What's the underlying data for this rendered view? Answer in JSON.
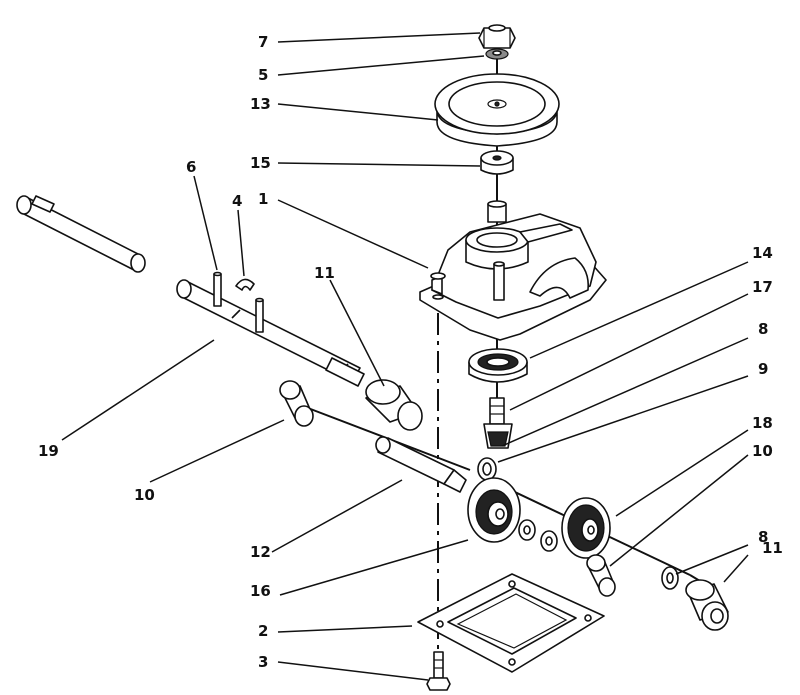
{
  "diagram": {
    "callouts": [
      {
        "id": "7",
        "label": "7"
      },
      {
        "id": "5",
        "label": "5"
      },
      {
        "id": "13",
        "label": "13"
      },
      {
        "id": "15",
        "label": "15"
      },
      {
        "id": "1",
        "label": "1"
      },
      {
        "id": "6",
        "label": "6"
      },
      {
        "id": "4",
        "label": "4"
      },
      {
        "id": "11a",
        "label": "11"
      },
      {
        "id": "14",
        "label": "14"
      },
      {
        "id": "17",
        "label": "17"
      },
      {
        "id": "8a",
        "label": "8"
      },
      {
        "id": "9",
        "label": "9"
      },
      {
        "id": "18",
        "label": "18"
      },
      {
        "id": "10a",
        "label": "10"
      },
      {
        "id": "19",
        "label": "19"
      },
      {
        "id": "10b",
        "label": "10"
      },
      {
        "id": "12",
        "label": "12"
      },
      {
        "id": "8b",
        "label": "8"
      },
      {
        "id": "11b",
        "label": "11"
      },
      {
        "id": "16",
        "label": "16"
      },
      {
        "id": "2",
        "label": "2"
      },
      {
        "id": "3",
        "label": "3"
      }
    ]
  }
}
